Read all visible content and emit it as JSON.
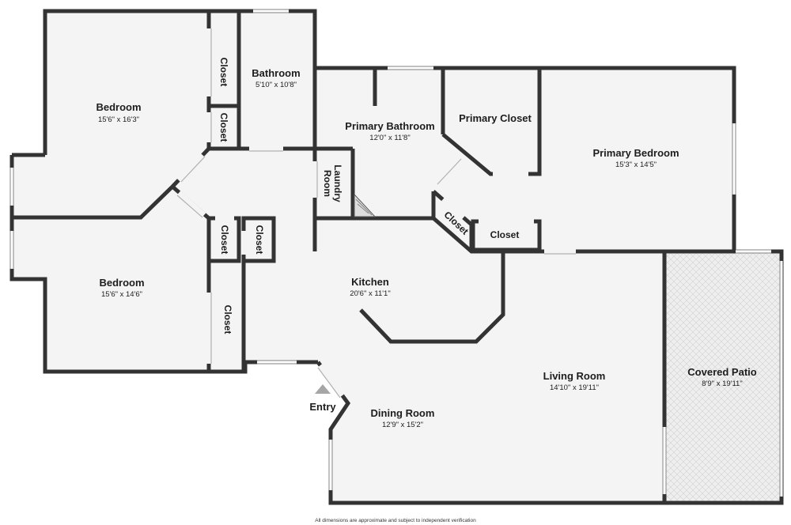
{
  "colors": {
    "wall": "#333333",
    "floor": "#f4f4f4",
    "patio_tile": "#dcdcdc",
    "text": "#1d1d1d",
    "entry_marker": "#a6a6a6"
  },
  "rooms": {
    "bedroom_top": {
      "name": "Bedroom",
      "dims": "15'6\" x 16'3\""
    },
    "bathroom": {
      "name": "Bathroom",
      "dims": "5'10\" x 10'8\""
    },
    "primary_bath": {
      "name": "Primary Bathroom",
      "dims": "12'0\" x 11'8\""
    },
    "primary_closet": {
      "name": "Primary Closet"
    },
    "primary_bed": {
      "name": "Primary Bedroom",
      "dims": "15'3\" x 14'5\""
    },
    "laundry": {
      "name_line1": "Laundry",
      "name_line2": "Room"
    },
    "bedroom_bottom": {
      "name": "Bedroom",
      "dims": "15'6\" x 14'6\""
    },
    "kitchen": {
      "name": "Kitchen",
      "dims": "20'6\" x 11'1\""
    },
    "living": {
      "name": "Living Room",
      "dims": "14'10\" x 19'11\""
    },
    "dining": {
      "name": "Dining Room",
      "dims": "12'9\" x 15'2\""
    },
    "patio": {
      "name": "Covered Patio",
      "dims": "8'9\" x 19'11\""
    }
  },
  "closets": {
    "closet_1": "Closet",
    "closet_2": "Closet",
    "closet_3": "Closet",
    "closet_4": "Closet",
    "closet_5": "Closet",
    "closet_6": "Closet",
    "closet_7": "Closet"
  },
  "entry": {
    "label": "Entry"
  },
  "footer": {
    "disclaimer": "All dimensions are approximate and subject to independent verification"
  }
}
